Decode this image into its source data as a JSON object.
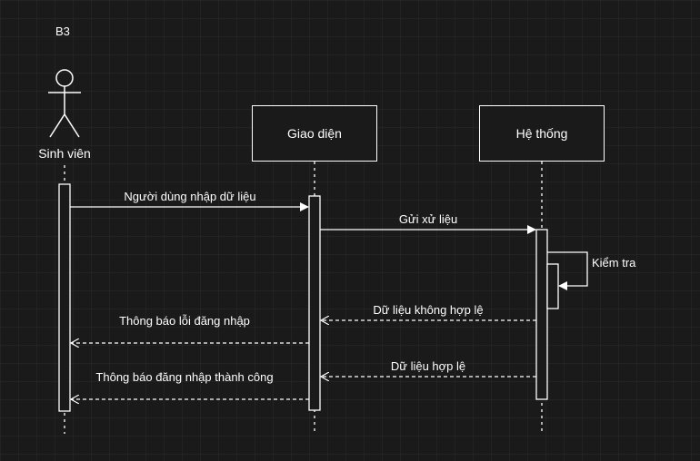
{
  "diagram": {
    "title": "B3",
    "participants": [
      {
        "id": "student",
        "label": "Sinh viên",
        "kind": "actor"
      },
      {
        "id": "ui",
        "label": "Giao diện",
        "kind": "box"
      },
      {
        "id": "system",
        "label": "Hệ thống",
        "kind": "box"
      }
    ],
    "messages": [
      {
        "from": "student",
        "to": "ui",
        "label": "Người dùng nhập dữ liệu",
        "style": "solid"
      },
      {
        "from": "ui",
        "to": "system",
        "label": "Gửi xử liệu",
        "style": "solid"
      },
      {
        "from": "system",
        "to": "system",
        "label": "Kiểm tra",
        "style": "self"
      },
      {
        "from": "system",
        "to": "ui",
        "label": "Dữ liệu không hợp lệ",
        "style": "dashed"
      },
      {
        "from": "ui",
        "to": "student",
        "label": "Thông báo lỗi đăng nhập",
        "style": "dashed"
      },
      {
        "from": "system",
        "to": "ui",
        "label": "Dữ liệu hợp lệ",
        "style": "dashed"
      },
      {
        "from": "ui",
        "to": "student",
        "label": "Thông báo đăng nhập thành công",
        "style": "dashed"
      }
    ],
    "colors": {
      "background": "#1a1a1a",
      "grid": "#2b2b2b",
      "ink": "#ffffff"
    }
  }
}
